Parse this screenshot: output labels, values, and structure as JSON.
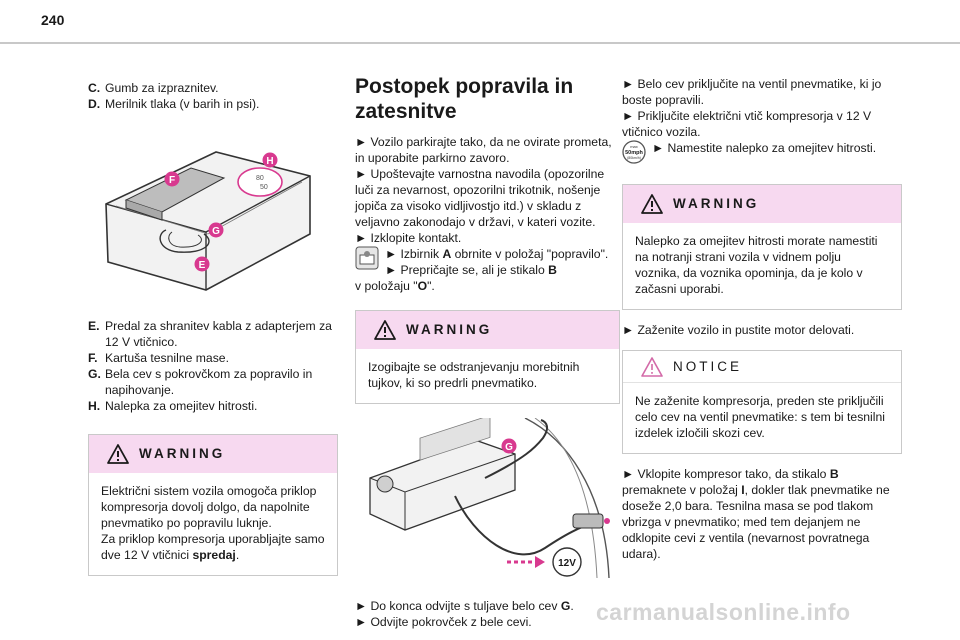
{
  "page_number": "240",
  "col1": {
    "legend_top": [
      {
        "key": "C.",
        "text": "Gumb za izpraznitev."
      },
      {
        "key": "D.",
        "text": "Merilnik tlaka (v barih in psi)."
      }
    ],
    "figure1": {
      "labels": {
        "H": "H",
        "F": "F",
        "G": "G",
        "E": "E"
      },
      "gauge_text_1": "80",
      "gauge_text_2": "50"
    },
    "legend_bottom": [
      {
        "key": "E.",
        "text": "Predal za shranitev kabla z adapterjem za 12 V vtičnico."
      },
      {
        "key": "F.",
        "text": "Kartuša tesnilne mase."
      },
      {
        "key": "G.",
        "text": "Bela cev s pokrovčkom za popravilo in napihovanje."
      },
      {
        "key": "H.",
        "text": "Nalepka za omejitev hitrosti."
      }
    ],
    "warning": {
      "label": "WARNING",
      "text1": "Električni sistem vozila omogoča priklop kompresorja dovolj dolgo, da napolnite pnevmatiko po popravilu luknje.",
      "text2a": "Za priklop kompresorja uporabljajte samo dve 12 V vtičnici ",
      "text2b": "spredaj",
      "text2c": "."
    }
  },
  "col2": {
    "title": "Postopek popravila in zatesnitve",
    "p1": "► Vozilo parkirajte tako, da ne ovirate prometa, in uporabite parkirno zavoro.",
    "p2": "► Upoštevajte varnostna navodila (opozorilne luči za nevarnost, opozorilni trikotnik, noše­nje jopiča za visoko vidljivostjo itd.) v skladu z veljavno zakonodajo v državi, v kateri vozite.",
    "p3": "► Izklopite kontakt.",
    "p4a": "► Izbirnik ",
    "p4b": "A",
    "p4c": " obrnite v položaj \"popravilo\".",
    "p5a": "► Prepričajte se, ali je stikalo ",
    "p5b": "B",
    "p5c": " v položaju \"",
    "p5d": "O",
    "p5e": "\".",
    "warning": {
      "label": "WARNING",
      "text": "Izogibajte se odstranjevanju morebitnih tujkov, ki so predrli pnevmatiko."
    },
    "figure2": {
      "label_g": "G",
      "socket_text": "12V"
    },
    "s1a": "► Do konca odvijte s tuljave belo cev ",
    "s1b": "G",
    "s1c": ".",
    "s2": "► Odvijte pokrovček z bele cevi."
  },
  "col3": {
    "p1": "► Belo cev priključite na ventil pnevmatike, ki jo boste popravili.",
    "p2": "► Priključite električni vtič kompresorja v 12 V vtičnico vozila.",
    "p3": "► Namestite nalepko za omejitev hitrosti.",
    "badge": {
      "line1": "max",
      "line2": "50mph",
      "line3": "(80km/h)"
    },
    "warning": {
      "label": "WARNING",
      "text": "Nalepko za omejitev hitrosti morate namestiti na notranji strani vozila v vidnem polju voznika, da voznika opominja, da je kolo v začasni uporabi."
    },
    "p4": "► Zaženite vozilo in pustite motor delovati.",
    "notice": {
      "label": "NOTICE",
      "text": "Ne zaženite kompresorja, preden ste priključili celo cev na ventil pnevmatike: s tem bi tesnilni izdelek izločili skozi cev."
    },
    "p5a": "► Vklopite kompresor tako, da stikalo ",
    "p5b": "B",
    "p5c": " premaknete v položaj ",
    "p5d": "I",
    "p5e": ", dokler tlak pnevmatike ne doseže 2,0 bara. Tesnilna masa se pod tlakom vbrizga v pnevmatiko; med tem dejanjem ne odklopite cevi z ventila (nevarnost povratnega udara)."
  },
  "watermark": "carmanualsonline.info",
  "colors": {
    "warning_bg": "#f7d9f0",
    "label_magenta": "#d8398f",
    "warning_triangle": "#1a1a1a",
    "notice_triangle": "#d36aa8"
  }
}
